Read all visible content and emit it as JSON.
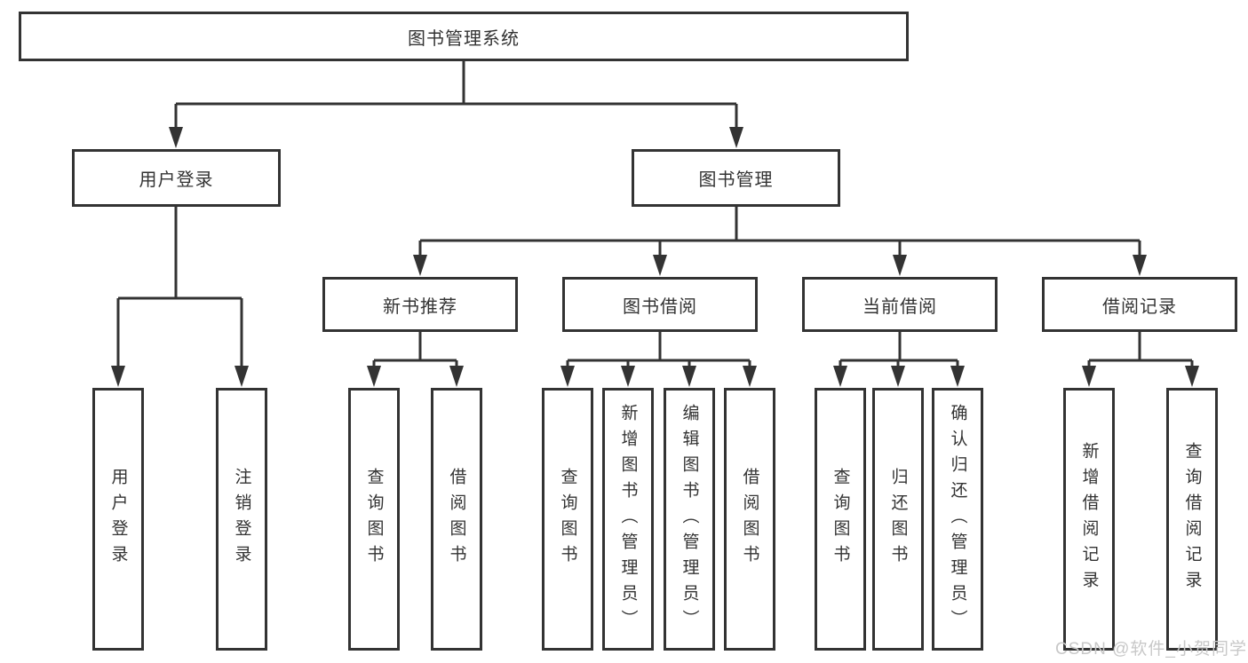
{
  "tree": {
    "root": "图书管理系统",
    "branches": [
      {
        "label": "用户登录",
        "children": [
          "用户登录",
          "注销登录"
        ]
      },
      {
        "label": "图书管理",
        "groups": [
          {
            "label": "新书推荐",
            "children": [
              "查询图书",
              "借阅图书"
            ]
          },
          {
            "label": "图书借阅",
            "children": [
              "查询图书",
              "新增图书（管理员）",
              "编辑图书（管理员）",
              "借阅图书"
            ]
          },
          {
            "label": "当前借阅",
            "children": [
              "查询图书",
              "归还图书",
              "确认归还（管理员）"
            ]
          },
          {
            "label": "借阅记录",
            "children": [
              "新增借阅记录",
              "查询借阅记录"
            ]
          }
        ]
      }
    ]
  },
  "watermark": {
    "text": "CSDN @软件_小贺同学"
  },
  "colors": {
    "line": "#333333",
    "node_border": "#333333",
    "text": "#333333",
    "background": "#ffffff",
    "watermark": "#c8c8c8"
  }
}
